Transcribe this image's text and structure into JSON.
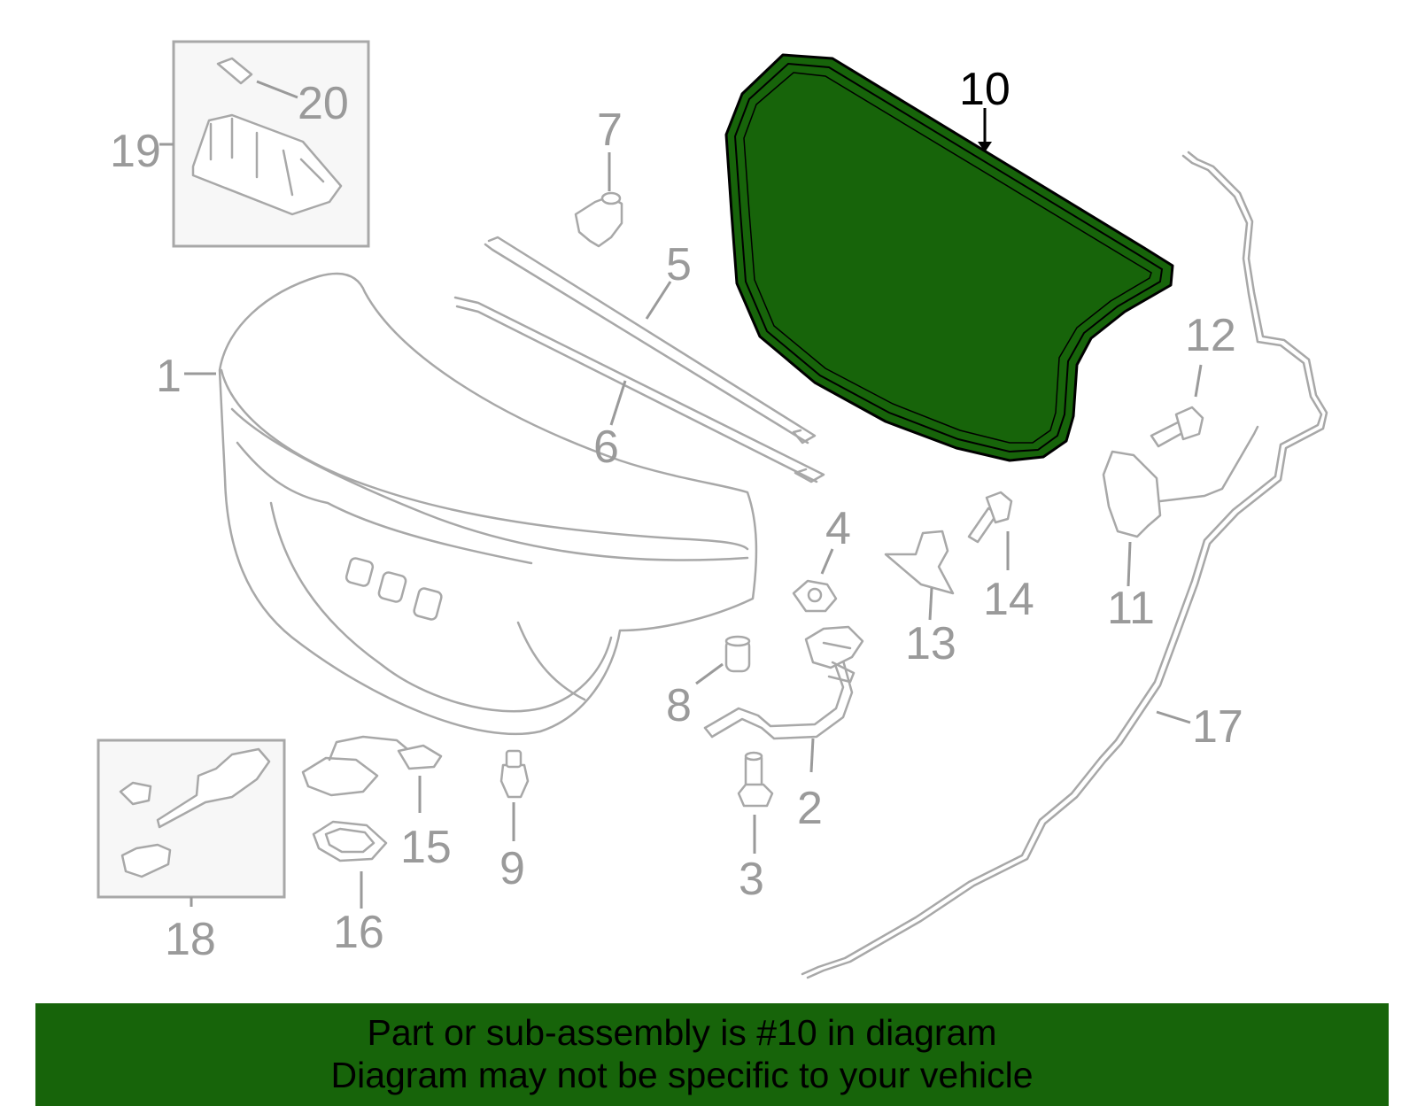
{
  "callouts": {
    "n1": "1",
    "n2": "2",
    "n3": "3",
    "n4": "4",
    "n5": "5",
    "n6": "6",
    "n7": "7",
    "n8": "8",
    "n9": "9",
    "n10": "10",
    "n11": "11",
    "n12": "12",
    "n13": "13",
    "n14": "14",
    "n15": "15",
    "n16": "16",
    "n17": "17",
    "n18": "18",
    "n19": "19",
    "n20": "20"
  },
  "highlighted_part": "10",
  "colors": {
    "highlight_fill": "#17640a",
    "banner_background": "#17640a",
    "part_line": "#a8a8a8",
    "callout_text": "#9a9a9a",
    "highlight_text": "#000000"
  },
  "banner": {
    "line1": "Part or sub-assembly is #10 in diagram",
    "line2": "Diagram may not be specific to your vehicle"
  }
}
